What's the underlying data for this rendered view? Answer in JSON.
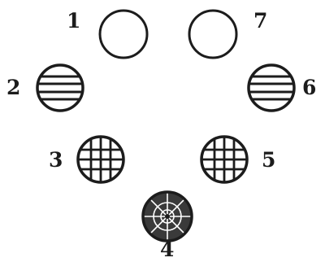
{
  "labels": {
    "l1": "1",
    "l2": "2",
    "l3": "3",
    "l4": "4",
    "l5": "5",
    "l6": "6",
    "l7": "7"
  },
  "ink_color": "#1c1c1c",
  "background_color": "#ffffff"
}
